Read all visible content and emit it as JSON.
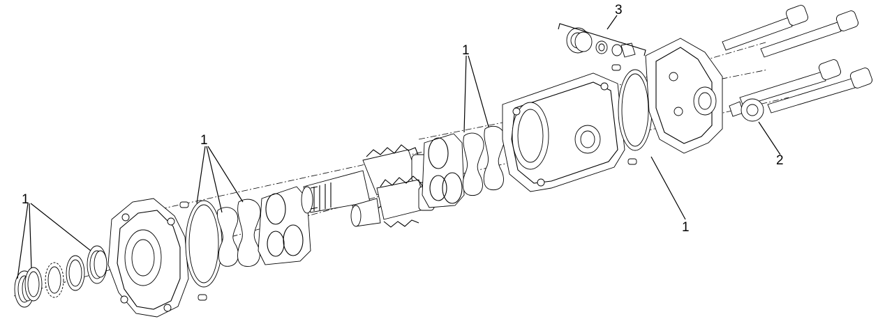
{
  "callouts": {
    "seal_kit_left": "1",
    "seal_kit_center": "1",
    "seal_kit_upper": "1",
    "seal_kit_housing": "1",
    "fitting": "2",
    "valve_kit": "3"
  },
  "colors": {
    "line": "#000000",
    "background": "#ffffff"
  }
}
